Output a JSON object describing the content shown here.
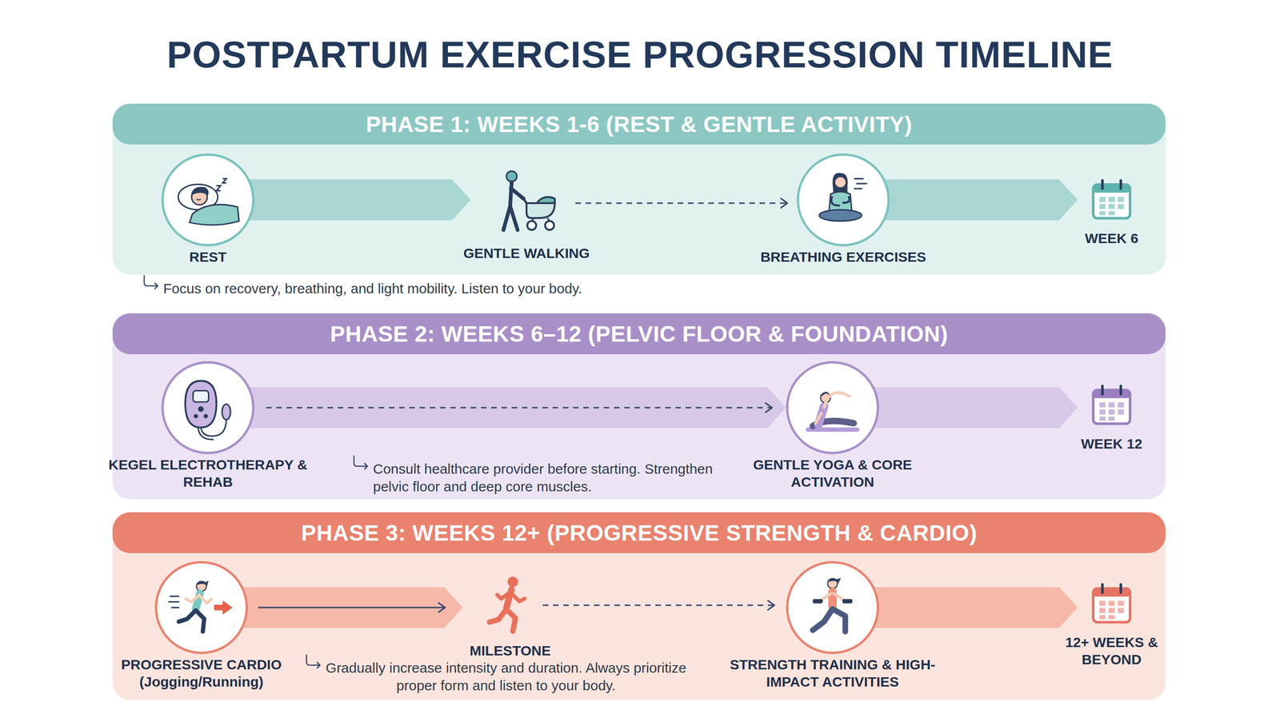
{
  "diagram": {
    "title": "POSTPARTUM EXERCISE PROGRESSION TIMELINE",
    "nodes": [
      {
        "text": [
          "PHASE 1: WEEKS 1-6 (REST & GENTLE ACTIVITY)"
        ]
      },
      {
        "text": [
          "REST"
        ],
        "in": 0
      },
      {
        "text": [
          "GENTLE WALKING"
        ],
        "in": 0
      },
      {
        "text": [
          "BREATHING EXERCISES"
        ],
        "in": 0
      },
      {
        "text": [
          "WEEK 6"
        ],
        "in": 0
      },
      {
        "text": [
          "PHASE 2: WEEKS 6–12 (PELVIC FLOOR & FOUNDATION)"
        ]
      },
      {
        "text": [
          "KEGEL ELECTROTHERAPY & REHAB"
        ],
        "in": 5
      },
      {
        "text": [
          "GENTLE YOGA & CORE ACTIVATION"
        ],
        "in": 5
      },
      {
        "text": [
          "WEEK 12"
        ],
        "in": 5
      },
      {
        "text": [
          "PHASE 3: WEEKS 12+ (PROGRESSIVE STRENGTH & CARDIO)"
        ]
      },
      {
        "text": [
          "PROGRESSIVE CARDIO (Jogging/Running)"
        ],
        "in": 9
      },
      {
        "text": [
          "MILESTONE"
        ],
        "in": 9
      },
      {
        "text": [
          "STRENGTH TRAINING & HIGH-IMPACT ACTIVITIES"
        ],
        "in": 9
      },
      {
        "text": [
          "12+ WEEKS & BEYOND"
        ],
        "in": 9
      }
    ],
    "edges": [
      {
        "from": 1,
        "to": 2,
        "arrow": "to"
      },
      {
        "from": 2,
        "to": 3,
        "arrow": "to"
      },
      {
        "from": 3,
        "to": 4,
        "arrow": "to"
      },
      {
        "from": 6,
        "to": 7,
        "arrow": "to"
      },
      {
        "from": 7,
        "to": 8,
        "arrow": "to"
      },
      {
        "from": 10,
        "to": 11,
        "arrow": "to"
      },
      {
        "from": 11,
        "to": 12,
        "arrow": "to"
      },
      {
        "from": 12,
        "to": 13,
        "arrow": "to"
      }
    ],
    "labels": [
      "Focus on recovery, breathing, and light mobility. Listen to your body.",
      "Consult healthcare provider before starting. Strengthen pelvic floor and deep core muscles.",
      "Gradually increase intensity and duration. Always prioritize proper form and listen to your body."
    ]
  }
}
